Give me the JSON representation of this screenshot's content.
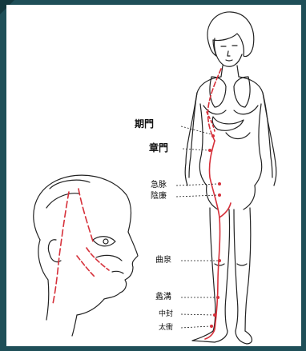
{
  "colors": {
    "frame": "#1f4f58",
    "panel": "#ffffff",
    "outline": "#222222",
    "meridian": "#d6303a"
  },
  "icons": [
    "female-figure-illustration",
    "head-profile-illustration"
  ],
  "points": {
    "qimen": "期門",
    "zhangmen": "章門",
    "jimai": "急脉",
    "yinlian": "陰廉",
    "ququan": "曲泉",
    "ligou": "蠡溝",
    "zhongfeng": "中封",
    "taichong": "太衝"
  }
}
